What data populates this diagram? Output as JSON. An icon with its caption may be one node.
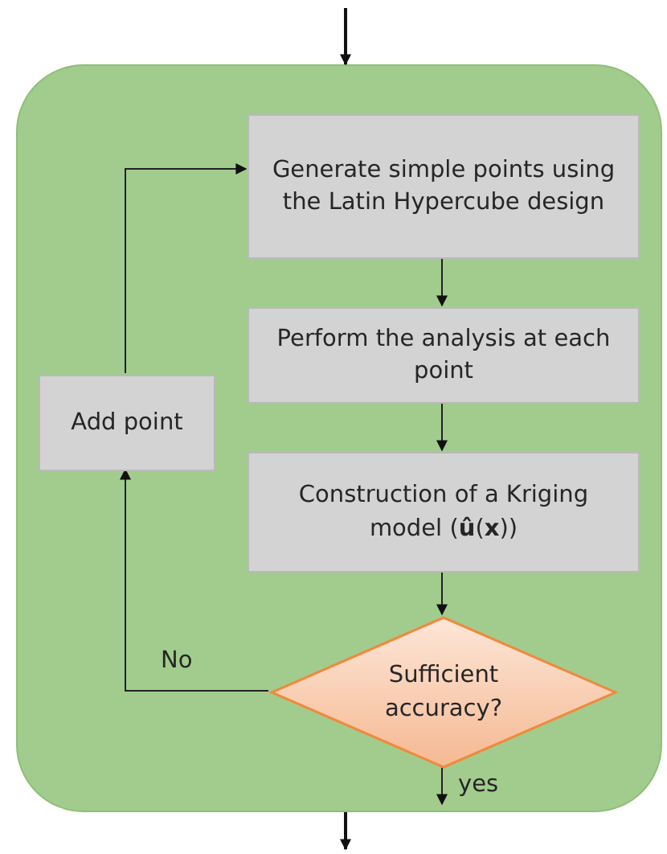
{
  "diagram": {
    "nodes": [
      {
        "text": [],
        "shape": "box"
      },
      {
        "text": [
          "Generate simple points using the Latin Hypercube design"
        ],
        "in": 0
      },
      {
        "text": [
          "Perform the analysis at each point"
        ],
        "in": 0
      },
      {
        "text": [
          "Construction of a Kriging model (**û**(**x**))"
        ],
        "in": 0
      },
      {
        "text": [
          "Sufficient accuracy?"
        ],
        "in": 0
      },
      {
        "text": [
          "Add point"
        ],
        "in": 0
      }
    ],
    "edges": [
      {
        "from": null,
        "to": 0,
        "arrow": "to"
      },
      {
        "from": 1,
        "to": 2,
        "arrow": "to"
      },
      {
        "from": 2,
        "to": 3,
        "arrow": "to"
      },
      {
        "from": 3,
        "to": 4,
        "arrow": "to"
      },
      {
        "from": 4,
        "to": 5,
        "arrow": "to",
        "label": "No"
      },
      {
        "from": 5,
        "to": 1,
        "arrow": "to"
      },
      {
        "from": 4,
        "to": null,
        "arrow": "to",
        "label": "yes"
      },
      {
        "from": 0,
        "to": null,
        "arrow": "to"
      }
    ]
  }
}
